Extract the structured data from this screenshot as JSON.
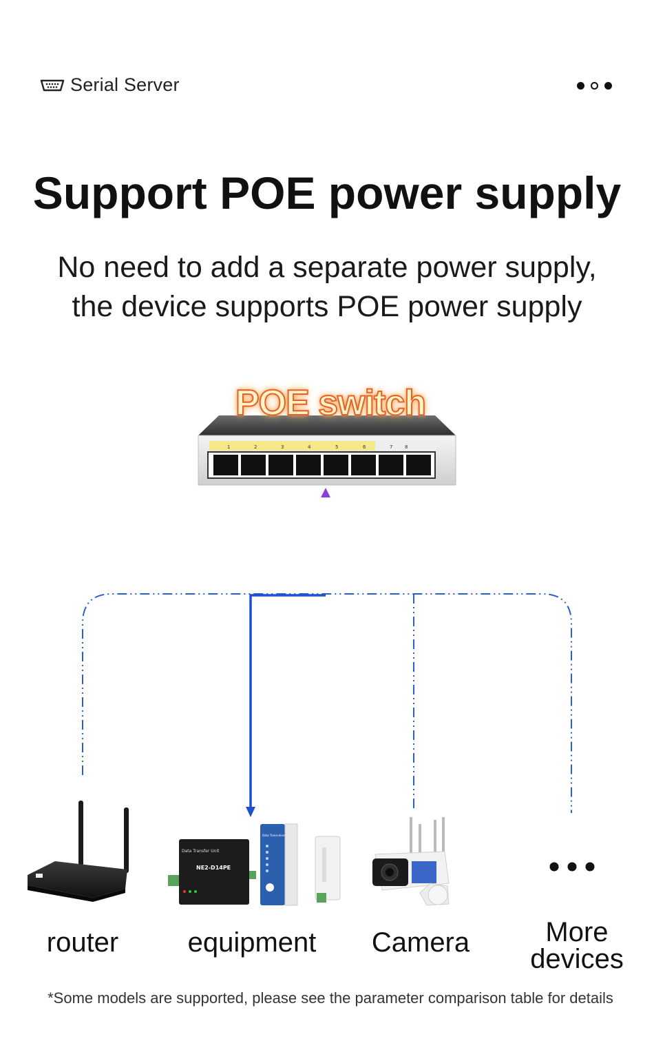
{
  "header": {
    "tag_label": "Serial Server",
    "tag_icon": "serial-port-icon"
  },
  "pagination": {
    "dots": [
      "filled",
      "hollow",
      "filled"
    ]
  },
  "title": "Support POE power supply",
  "subtitle": {
    "line1": "No need to add a separate power supply,",
    "line2": "the device supports POE power supply"
  },
  "switch": {
    "label": "POE switch",
    "port_numbers": [
      "1",
      "2",
      "3",
      "4",
      "5",
      "6",
      "7",
      "8"
    ]
  },
  "devices": {
    "router": "router",
    "equipment": "equipment",
    "camera": "Camera",
    "more_line1": "More",
    "more_line2": "devices"
  },
  "equipment_device": {
    "unit_header": "Data Transfer Unit",
    "model": "NE2-D14PE",
    "rail_header": "Data Transceiver"
  },
  "footnote": "*Some models are supported, please see the parameter comparison table for details",
  "colors": {
    "accent_blue": "#1f4fcf",
    "dash_blue": "#2a5fd0",
    "arrow_purple": "#7b3fd6",
    "poe_orange": "#e5612b"
  }
}
